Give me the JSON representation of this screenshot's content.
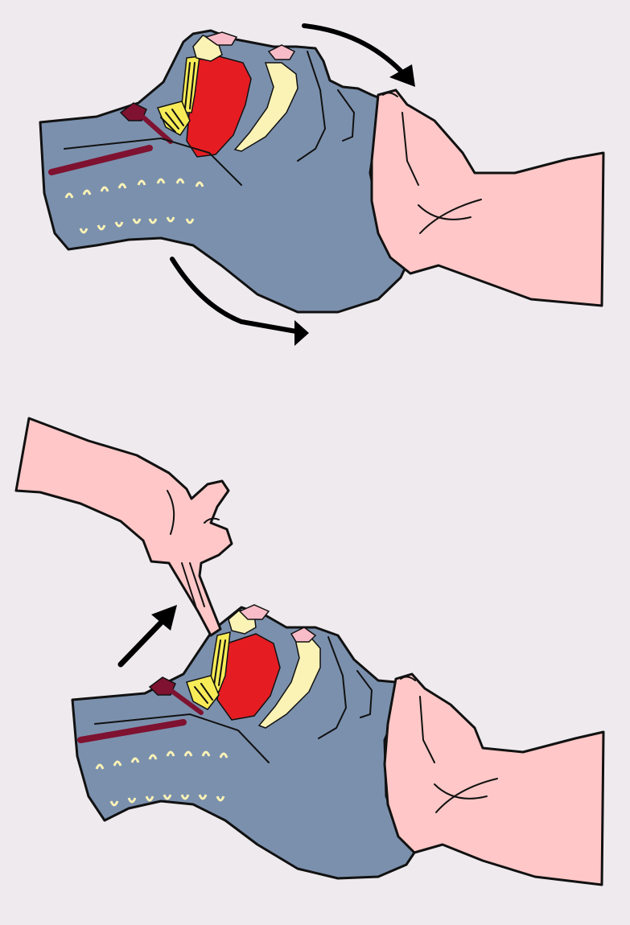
{
  "figure": {
    "panels": [
      {
        "id": "head-tilt",
        "arrows": [
          "forehead-push-arrow",
          "neck-lift-arrow"
        ]
      },
      {
        "id": "finger-sweep",
        "arrows": [
          "finger-withdraw-arrow"
        ]
      }
    ]
  },
  "colors": {
    "background": "#eeeaee",
    "head": "#7b90ad",
    "skin": "#ffc7c7",
    "muscle": "#e51d23",
    "bone": "#fbf3b6",
    "vessel": "#7e1230",
    "cartilage": "#f7ec58",
    "outline": "#111111",
    "arrow": "#000000"
  }
}
